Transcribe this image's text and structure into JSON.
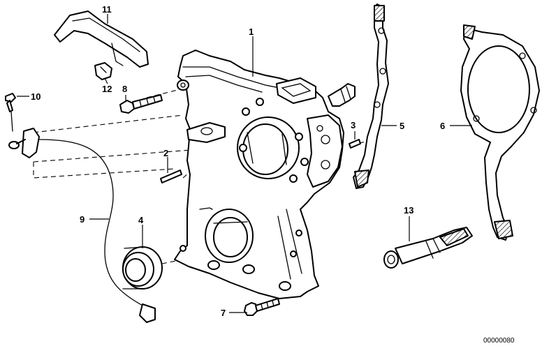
{
  "callouts": {
    "c1": "1",
    "c2": "2",
    "c3": "3",
    "c4": "4",
    "c5": "5",
    "c6": "6",
    "c7": "7",
    "c8": "8",
    "c9": "9",
    "c10": "10",
    "c11": "11",
    "c12": "12",
    "c13": "13"
  },
  "diagram_code": "00000080"
}
